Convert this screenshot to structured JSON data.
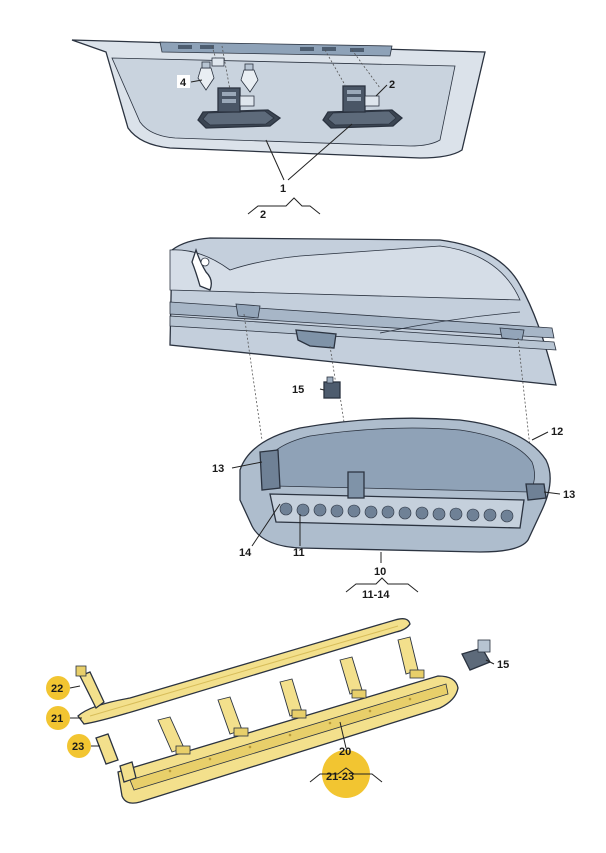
{
  "callouts": {
    "c1": "1",
    "c2_group": "2",
    "c2_lamp": "2",
    "c4": "4",
    "c10": "10",
    "c11_14": "11-14",
    "c11": "11",
    "c12": "12",
    "c13_left": "13",
    "c13_right": "13",
    "c14": "14",
    "c15_top": "15",
    "c15_bottom": "15",
    "c20": "20",
    "c21_23": "21-23",
    "c21": "21",
    "c22": "22",
    "c23": "23"
  },
  "colors": {
    "highlight": "#f2c531",
    "part_yellow": "#f3e08c",
    "part_blue": "#c6d2df",
    "part_blue_dark": "#8ea2b8",
    "outline": "#2b3340"
  }
}
